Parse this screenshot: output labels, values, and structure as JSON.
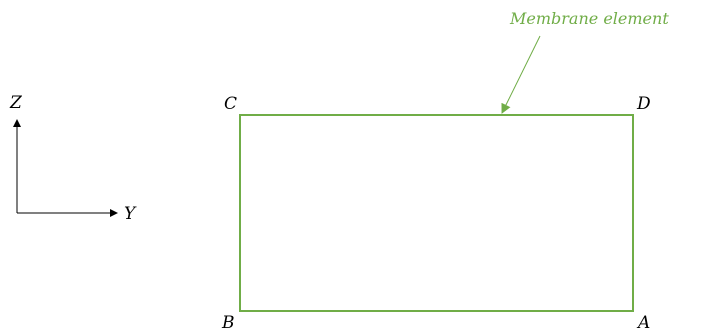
{
  "axes": {
    "vertical_label": "Z",
    "horizontal_label": "Y"
  },
  "element": {
    "corners": {
      "top_left": "C",
      "top_right": "D",
      "bottom_left": "B",
      "bottom_right": "A"
    },
    "callout": "Membrane element"
  },
  "colors": {
    "element_stroke": "#70ad47",
    "axis_stroke": "#000000",
    "label_text": "#000000"
  }
}
